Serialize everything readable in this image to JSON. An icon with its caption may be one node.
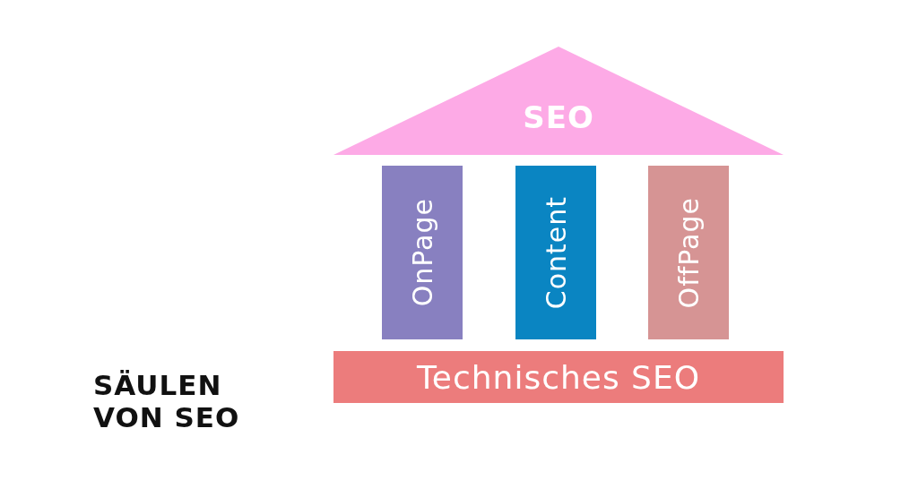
{
  "diagram": {
    "title": "SÄULEN VON SEO",
    "nodes": [
      {
        "text": [
          "SEO"
        ]
      },
      {
        "text": [
          "OnPage"
        ]
      },
      {
        "text": [
          "Content"
        ]
      },
      {
        "text": [
          "OffPage"
        ]
      },
      {
        "text": [
          "Technisches SEO"
        ]
      }
    ]
  }
}
